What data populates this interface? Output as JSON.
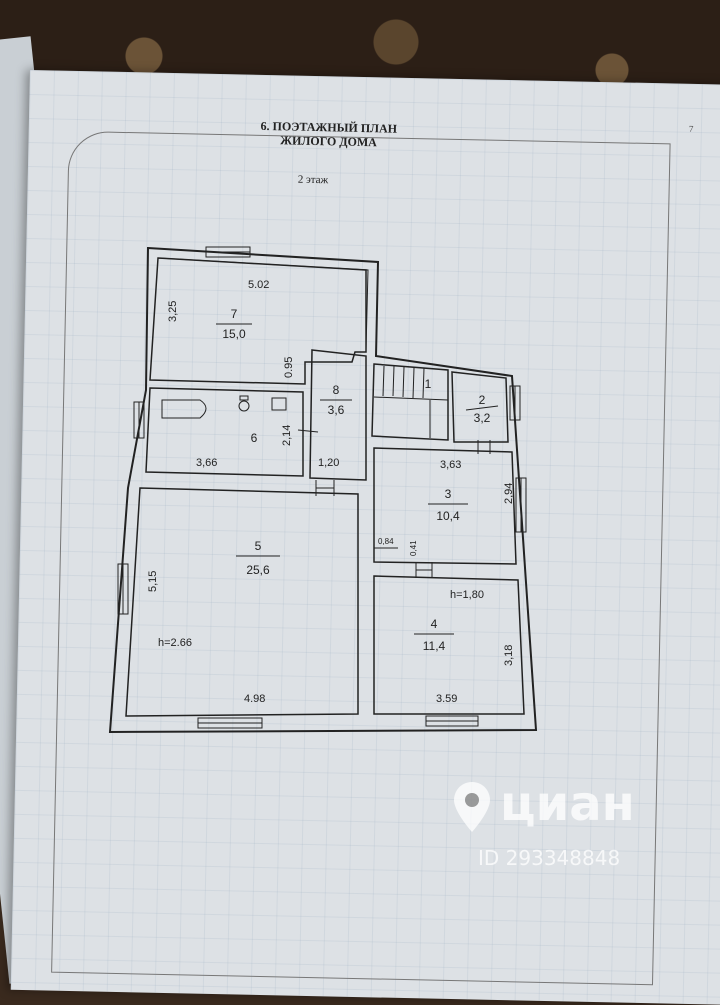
{
  "document": {
    "page_number": "7",
    "title_line1": "6. ПОЭТАЖНЫЙ ПЛАН",
    "title_line2": "ЖИЛОГО ДОМА",
    "floor_label": "2 этаж"
  },
  "rooms": [
    {
      "number": "7",
      "area": "15,0"
    },
    {
      "number": "8",
      "area": "3,6"
    },
    {
      "number": "1",
      "area": ""
    },
    {
      "number": "2",
      "area": "3,2"
    },
    {
      "number": "6",
      "area": ""
    },
    {
      "number": "3",
      "area": "10,4"
    },
    {
      "number": "5",
      "area": "25,6"
    },
    {
      "number": "4",
      "area": "11,4"
    }
  ],
  "dimensions": {
    "d1": "5.02",
    "d2": "3,25",
    "d3": "0.95",
    "d4": "2,14",
    "d5": "3,66",
    "d6": "1,20",
    "d7": "3,63",
    "d8": "2,94",
    "d9": "0,84",
    "d10": "0,41",
    "d11": "5,15",
    "d12": "h=2.66",
    "d13": "4.98",
    "d14": "h=1,80",
    "d15": "3,18",
    "d16": "3.59"
  },
  "watermark": {
    "brand": "циан",
    "listing_id": "ID 293348848"
  }
}
